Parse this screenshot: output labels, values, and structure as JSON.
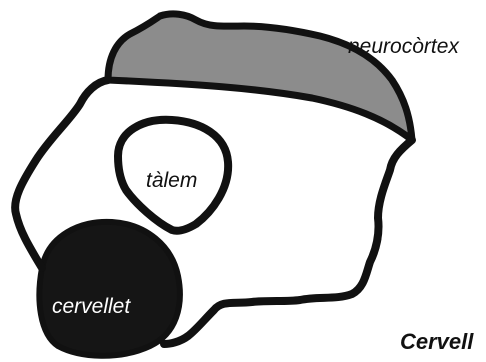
{
  "title": "Cervell",
  "regions": {
    "neurocortex": {
      "label": "neurocòrtex",
      "fill": "#8c8c8c"
    },
    "thalamus": {
      "label": "tàlem",
      "fill": "#ffffff"
    },
    "cerebellum": {
      "label": "cervellet",
      "fill": "#151515"
    }
  },
  "colors": {
    "outline": "#111111",
    "background": "#ffffff"
  }
}
